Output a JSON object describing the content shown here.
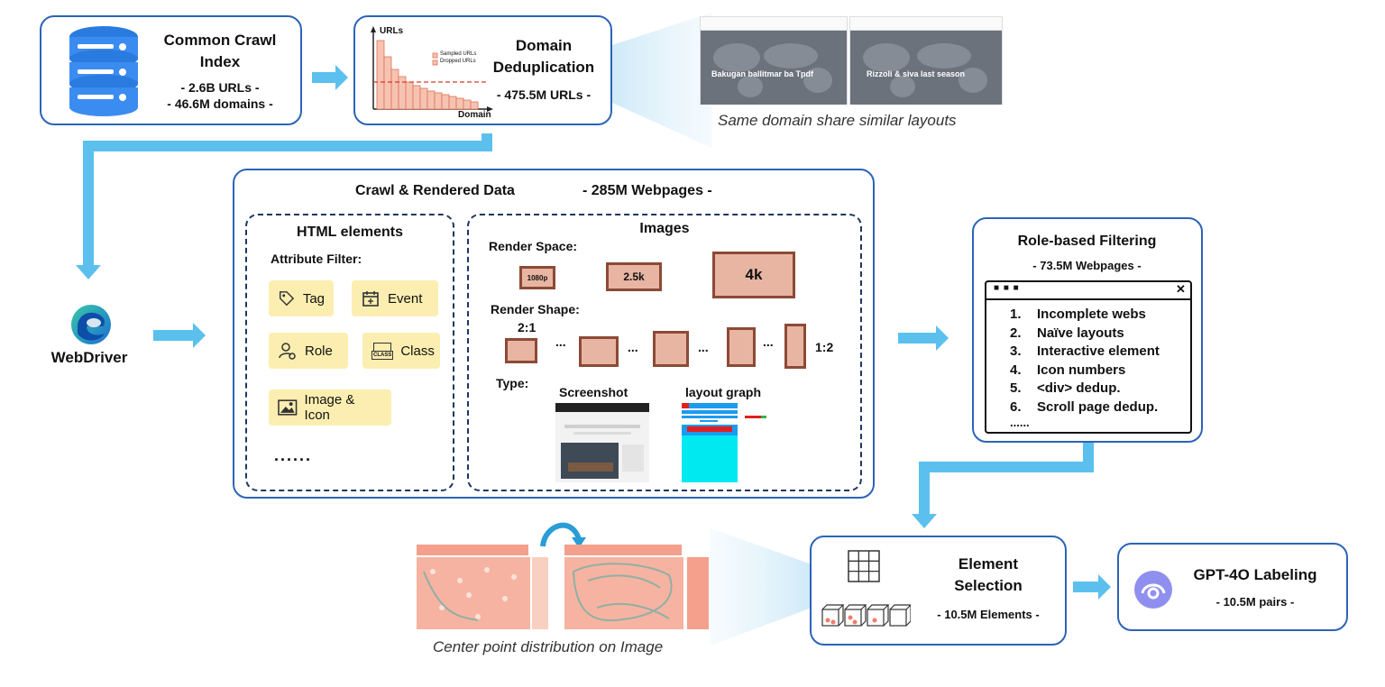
{
  "common_crawl": {
    "title_line1": "Common Crawl",
    "title_line2": "Index",
    "stat1": "- 2.6B URLs -",
    "stat2": "- 46.6M domains -"
  },
  "domain_dedup": {
    "title_line1": "Domain",
    "title_line2": "Deduplication",
    "stat": "- 475.5M URLs -",
    "y_label": "URLs",
    "x_label": "Domain",
    "legend_sampled": "Sampled URLs",
    "legend_dropped": "Dropped URLs"
  },
  "thumbnails": {
    "caption": "Same domain share similar layouts",
    "thumb1_text": "Bakugan ballitmar ba Tpdf",
    "thumb2_text": "Rizzoli & siva last season"
  },
  "webdriver": {
    "label": "WebDriver"
  },
  "crawl": {
    "title": "Crawl & Rendered Data",
    "stat": "- 285M Webpages -"
  },
  "html_elements": {
    "title": "HTML elements",
    "subtitle": "Attribute Filter:",
    "chips": {
      "tag": "Tag",
      "event": "Event",
      "role": "Role",
      "class": "Class",
      "image_icon": "Image & Icon"
    },
    "class_icon_text": "CLASS",
    "ellipsis": "......"
  },
  "images": {
    "title": "Images",
    "render_space_label": "Render Space:",
    "sizes": {
      "s1080": "1080p",
      "s25k": "2.5k",
      "s4k": "4k"
    },
    "render_shape_label": "Render Shape:",
    "ratio_left": "2:1",
    "ratio_right": "1:2",
    "dots": "...",
    "type_label": "Type:",
    "screenshot_label": "Screenshot",
    "layout_graph_label": "layout graph"
  },
  "role_filtering": {
    "title": "Role-based Filtering",
    "stat": "- 73.5M Webpages -",
    "window_dots": "■ ■ ■",
    "close": "✕",
    "items": [
      {
        "num": "1.",
        "text": "Incomplete webs"
      },
      {
        "num": "2.",
        "text": "Naïve layouts"
      },
      {
        "num": "3.",
        "text": "Interactive element"
      },
      {
        "num": "4.",
        "text": "Icon numbers"
      },
      {
        "num": "5.",
        "text": "<div> dedup."
      },
      {
        "num": "6.",
        "text": "Scroll page dedup."
      }
    ],
    "more": "......"
  },
  "element_selection": {
    "title_line1": "Element",
    "title_line2": "Selection",
    "stat": "- 10.5M Elements -"
  },
  "distribution": {
    "caption": "Center point distribution on Image"
  },
  "gpt_labeling": {
    "title": "GPT-4O Labeling",
    "stat": "- 10.5M pairs -"
  },
  "colors": {
    "box_border": "#2b64b8",
    "arrow": "#5bc0ee",
    "chip_bg": "#fbeeb0",
    "salmon": "#f4a08c",
    "brown": "#8c4a36"
  }
}
